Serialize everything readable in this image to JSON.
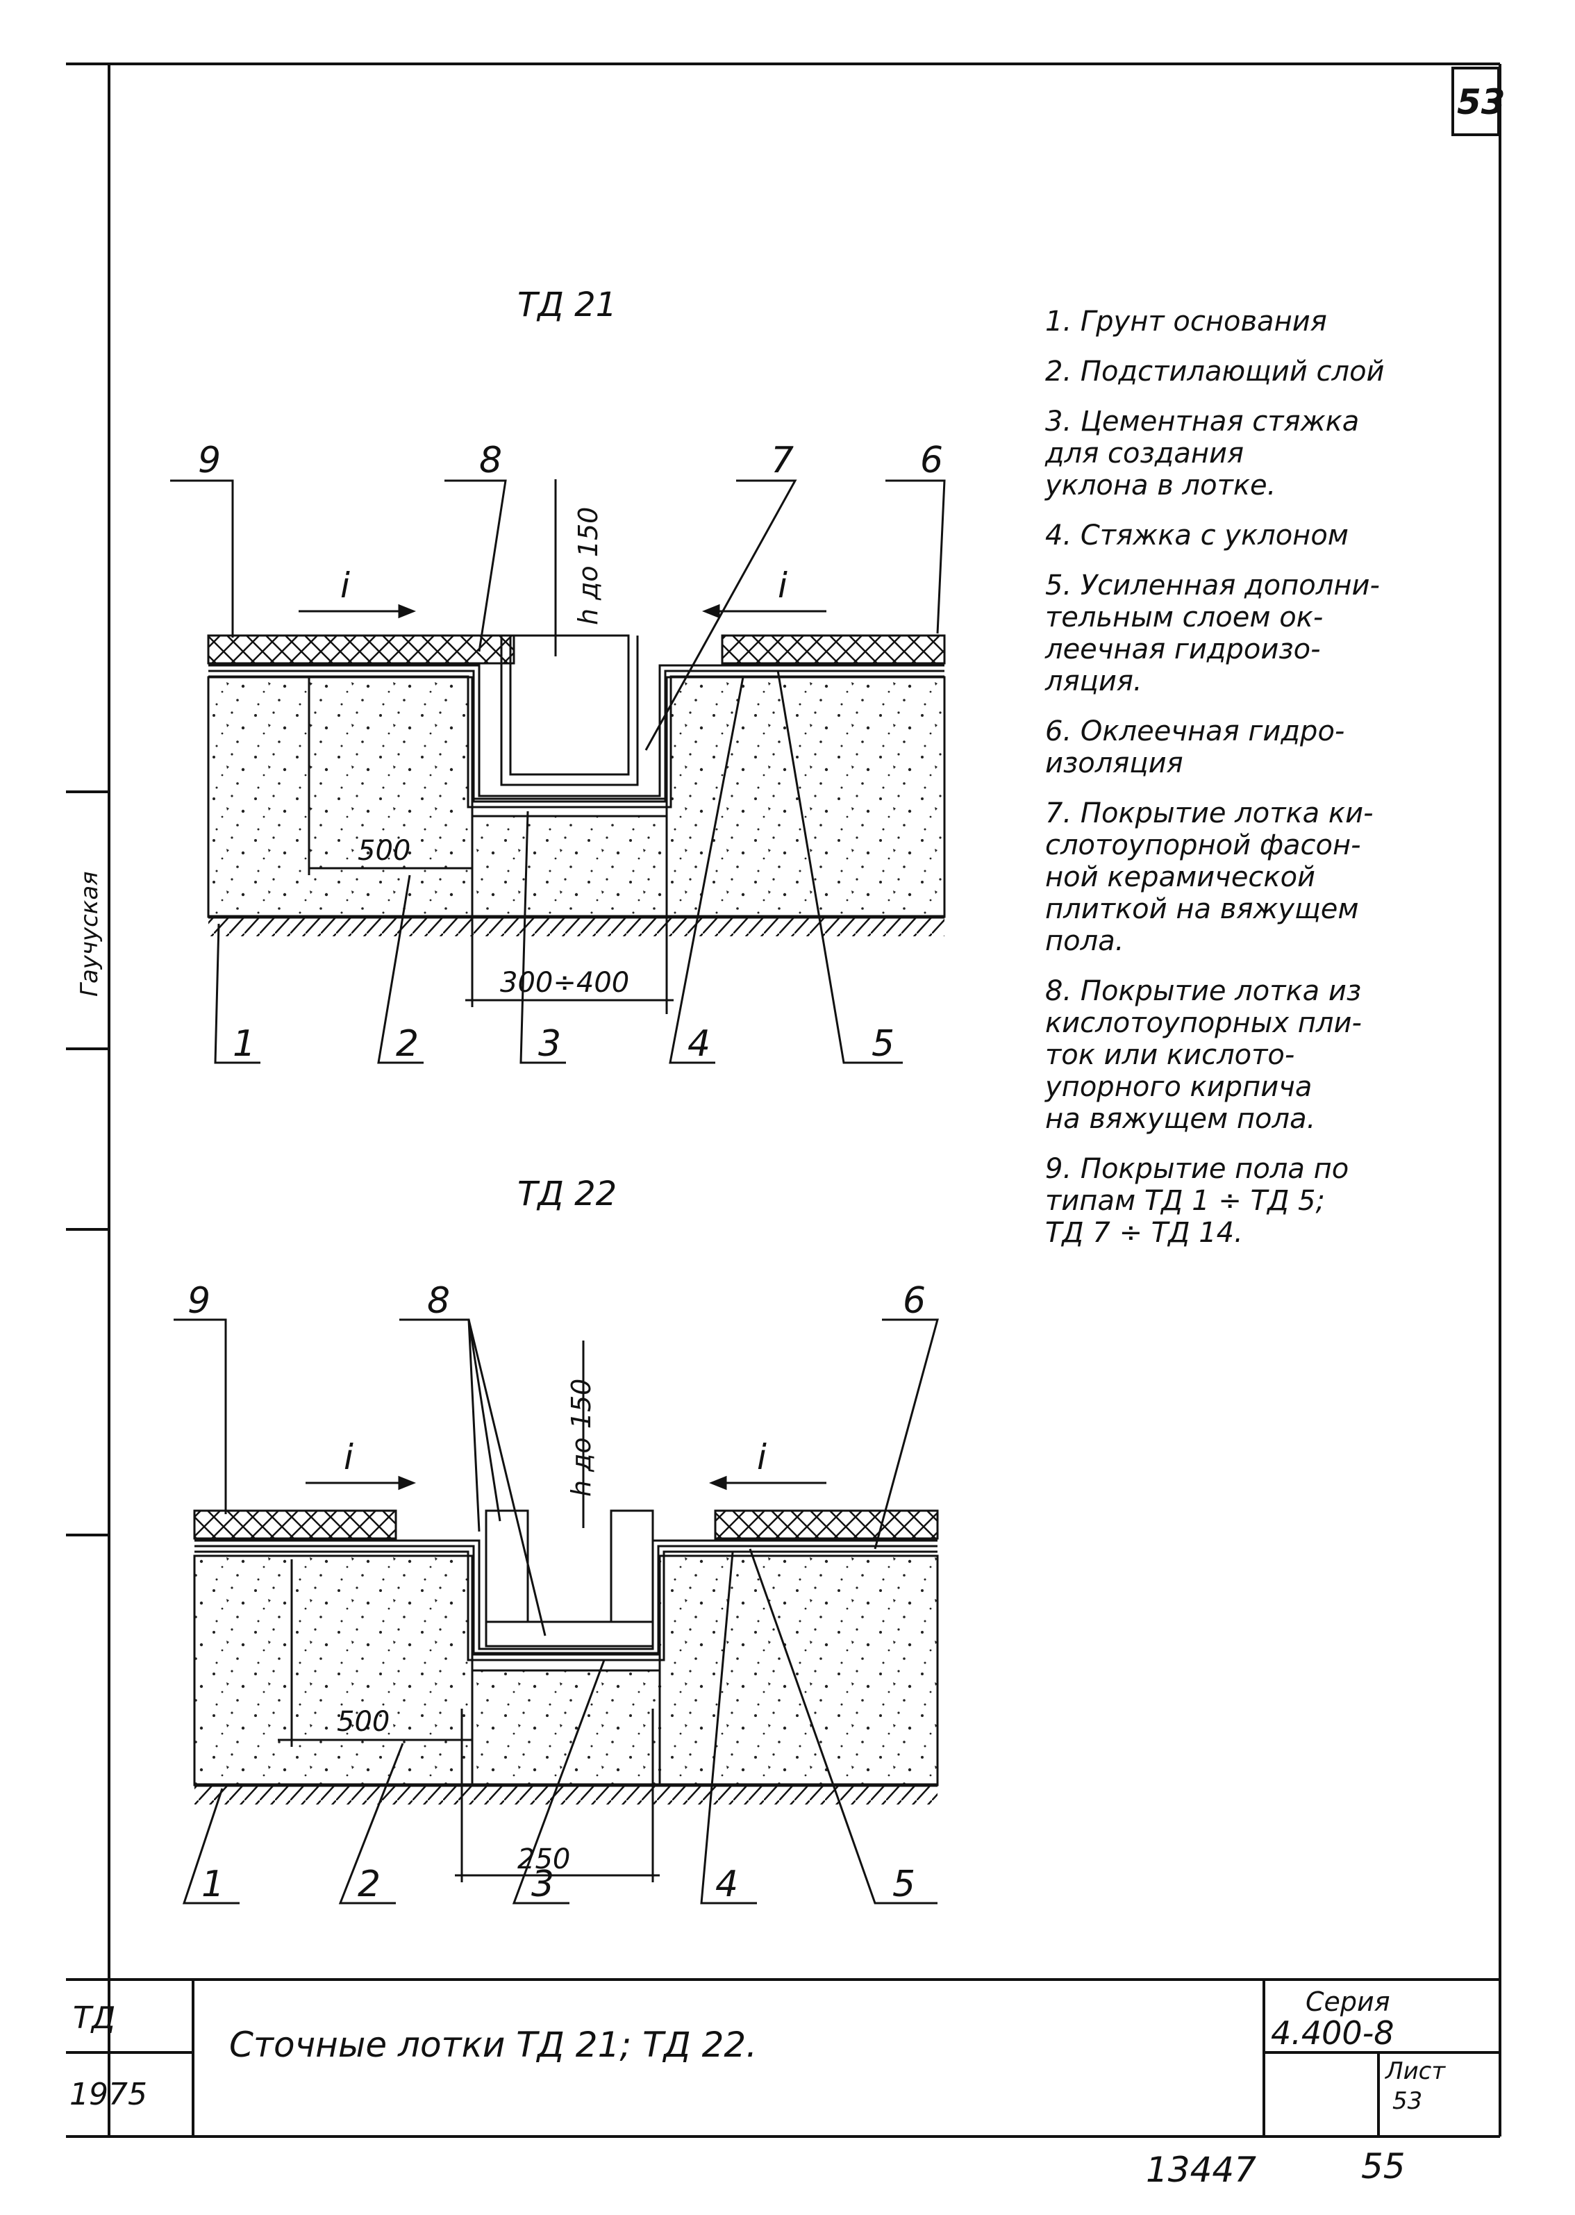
{
  "sheet": {
    "corner_number": "53",
    "side_label": "Гаучуская"
  },
  "detail1": {
    "title": "ТД 21",
    "dims": {
      "width_500": "500",
      "channel": "300÷400",
      "depth": "h до 150"
    },
    "slope": "i",
    "callouts_top": [
      "9",
      "8",
      "7",
      "6"
    ],
    "callouts_bottom": [
      "1",
      "2",
      "3",
      "4",
      "5"
    ]
  },
  "detail2": {
    "title": "ТД 22",
    "dims": {
      "width_500": "500",
      "channel": "250",
      "depth": "h до 150"
    },
    "slope": "i",
    "callouts_top": [
      "9",
      "8",
      "6"
    ],
    "callouts_bottom": [
      "1",
      "2",
      "3",
      "4",
      "5"
    ]
  },
  "legend": [
    "1. Грунт основания",
    "2. Подстилающий слой",
    "3. Цементная стяжка\nдля создания\nуклона в лотке.",
    "4. Стяжка с уклоном",
    "5. Усиленная дополни-\nтельным слоем ок-\nлеечная гидроизо-\nляция.",
    "6. Оклеечная гидро-\nизоляция",
    "7. Покрытие лотка ки-\nслотоупорной фасон-\nной керамической\nплиткой на вяжущем\nпола.",
    "8. Покрытие лотка из\nкислотоупорных пли-\nток или кислото-\nупорного кирпича\nна вяжущем пола.",
    "9. Покрытие пола по\nтипам ТД 1 ÷ ТД 5;\nТД 7 ÷ ТД 14."
  ],
  "title_block": {
    "code": "ТД",
    "year": "1975",
    "title": "Сточные лотки ТД 21; ТД 22.",
    "series_label": "Серия",
    "series_value": "4.400-8",
    "sheet_label": "Лист",
    "sheet_value": "53"
  },
  "footer": {
    "inventory": "13447",
    "page": "55"
  }
}
